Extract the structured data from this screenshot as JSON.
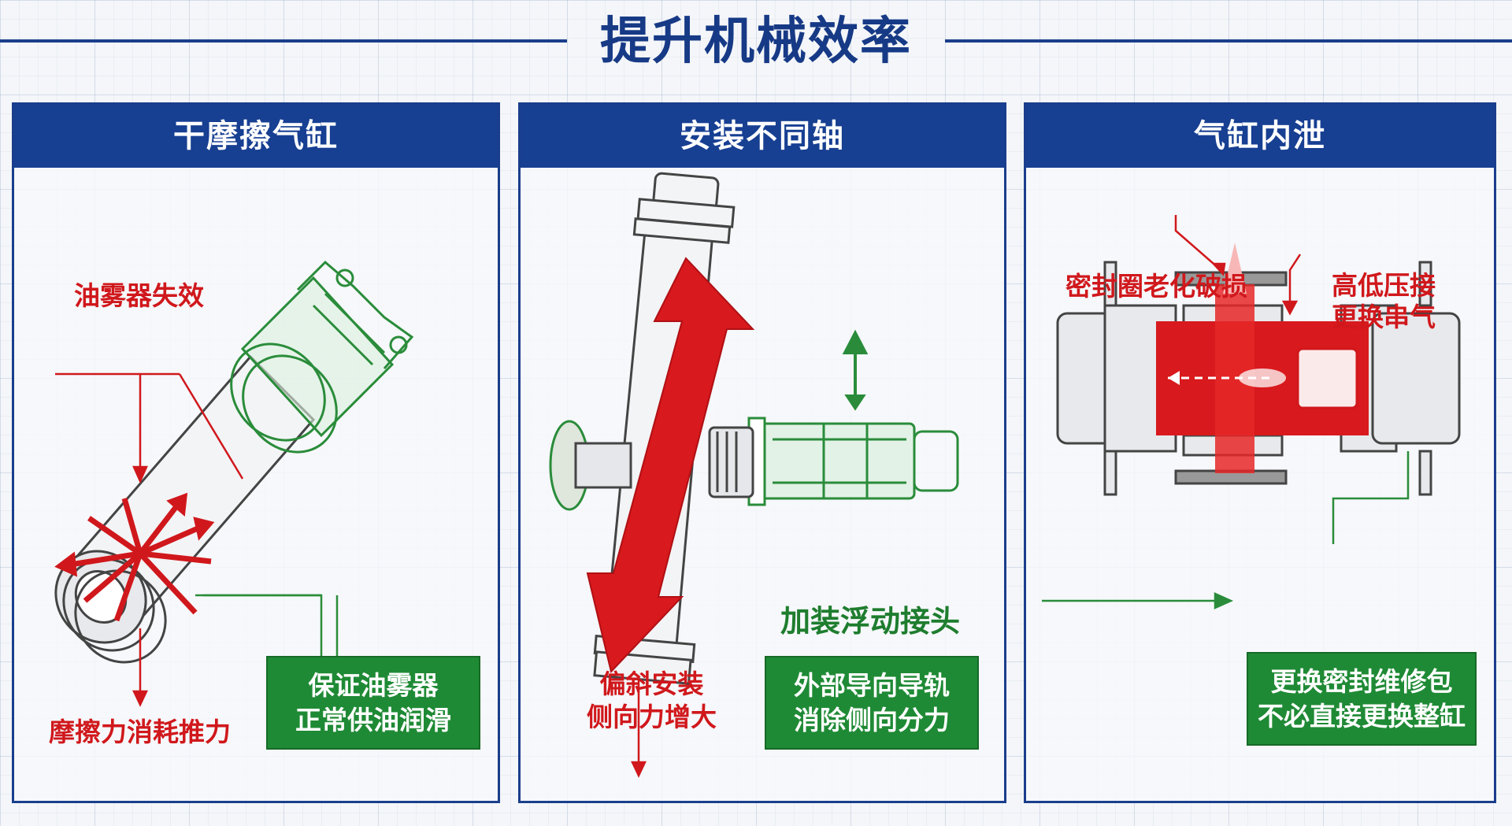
{
  "title": "提升机械效率",
  "panels": [
    {
      "header": "干摩擦气缸",
      "callouts": [
        "油雾器失效",
        "摩擦力消耗推力"
      ],
      "solution": [
        "保证油雾器",
        "正常供油润滑"
      ]
    },
    {
      "header": "安装不同轴",
      "callouts": [
        "偏斜安装",
        "侧向力增大"
      ],
      "component_label": "加装浮动接头",
      "solution": [
        "外部导向导轨",
        "消除侧向分力"
      ]
    },
    {
      "header": "气缸内泄",
      "callouts": [
        "密封圈老化破损",
        "高低压接",
        "更换串气"
      ],
      "solution": [
        "更换密封维修包",
        "不必直接更换整缸"
      ]
    }
  ],
  "colors": {
    "navy": "#173f92",
    "problem_red": "#d0181c",
    "solution_green": "#1f8a35",
    "component_green": "#2a8c3a"
  }
}
